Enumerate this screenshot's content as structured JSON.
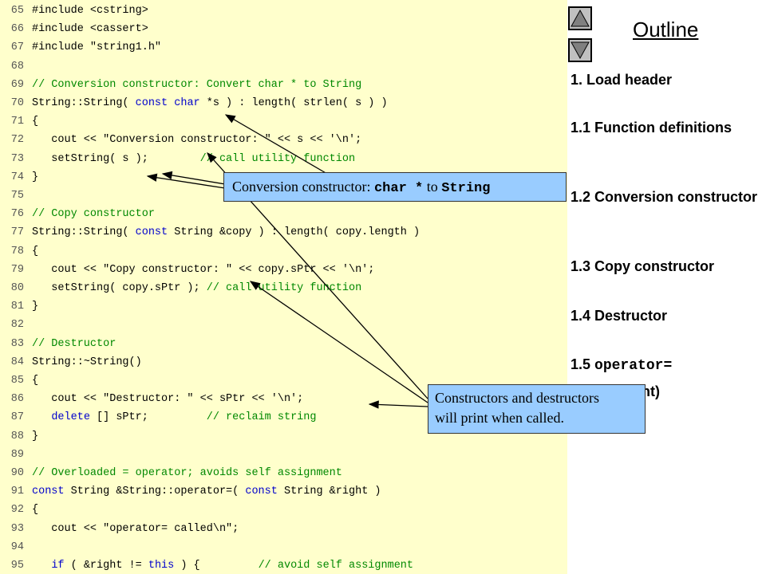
{
  "code_lines": [
    {
      "n": "65",
      "parts": [
        {
          "t": "#include <cstring>"
        }
      ]
    },
    {
      "n": "66",
      "parts": [
        {
          "t": "#include <cassert>"
        }
      ]
    },
    {
      "n": "67",
      "parts": [
        {
          "t": "#include \"string1.h\""
        }
      ]
    },
    {
      "n": "68",
      "parts": []
    },
    {
      "n": "69",
      "parts": [
        {
          "t": "// Conversion constructor: Convert char * to String",
          "c": "cm"
        }
      ]
    },
    {
      "n": "70",
      "parts": [
        {
          "t": "String::String( "
        },
        {
          "t": "const",
          "c": "kw"
        },
        {
          "t": " "
        },
        {
          "t": "char",
          "c": "kw"
        },
        {
          "t": " *s ) : length( strlen( s ) )"
        }
      ]
    },
    {
      "n": "71",
      "parts": [
        {
          "t": "{"
        }
      ]
    },
    {
      "n": "72",
      "parts": [
        {
          "t": "   cout << \"Conversion constructor: \" << s << '\\n';"
        }
      ]
    },
    {
      "n": "73",
      "parts": [
        {
          "t": "   setString( s );        "
        },
        {
          "t": "// call utility function",
          "c": "cm"
        }
      ]
    },
    {
      "n": "74",
      "parts": [
        {
          "t": "}"
        }
      ]
    },
    {
      "n": "75",
      "parts": []
    },
    {
      "n": "76",
      "parts": [
        {
          "t": "// Copy constructor",
          "c": "cm"
        }
      ]
    },
    {
      "n": "77",
      "parts": [
        {
          "t": "String::String( "
        },
        {
          "t": "const",
          "c": "kw"
        },
        {
          "t": " String &copy ) : length( copy.length )"
        }
      ]
    },
    {
      "n": "78",
      "parts": [
        {
          "t": "{"
        }
      ]
    },
    {
      "n": "79",
      "parts": [
        {
          "t": "   cout << \"Copy constructor: \" << copy.sPtr << '\\n';"
        }
      ]
    },
    {
      "n": "80",
      "parts": [
        {
          "t": "   setString( copy.sPtr ); "
        },
        {
          "t": "// call utility function",
          "c": "cm"
        }
      ]
    },
    {
      "n": "81",
      "parts": [
        {
          "t": "}"
        }
      ]
    },
    {
      "n": "82",
      "parts": []
    },
    {
      "n": "83",
      "parts": [
        {
          "t": "// Destructor",
          "c": "cm"
        }
      ]
    },
    {
      "n": "84",
      "parts": [
        {
          "t": "String::~String()"
        }
      ]
    },
    {
      "n": "85",
      "parts": [
        {
          "t": "{"
        }
      ]
    },
    {
      "n": "86",
      "parts": [
        {
          "t": "   cout << \"Destructor: \" << sPtr << '\\n';"
        }
      ]
    },
    {
      "n": "87",
      "parts": [
        {
          "t": "   "
        },
        {
          "t": "delete",
          "c": "kw"
        },
        {
          "t": " [] sPtr;         "
        },
        {
          "t": "// reclaim string",
          "c": "cm"
        }
      ]
    },
    {
      "n": "88",
      "parts": [
        {
          "t": "}"
        }
      ]
    },
    {
      "n": "89",
      "parts": []
    },
    {
      "n": "90",
      "parts": [
        {
          "t": "// Overloaded = operator; avoids self assignment",
          "c": "cm"
        }
      ]
    },
    {
      "n": "91",
      "parts": [
        {
          "t": "const",
          "c": "kw"
        },
        {
          "t": " String &String::operator=( "
        },
        {
          "t": "const",
          "c": "kw"
        },
        {
          "t": " String &right )"
        }
      ]
    },
    {
      "n": "92",
      "parts": [
        {
          "t": "{"
        }
      ]
    },
    {
      "n": "93",
      "parts": [
        {
          "t": "   cout << \"operator= called\\n\";"
        }
      ]
    },
    {
      "n": "94",
      "parts": []
    },
    {
      "n": "95",
      "parts": [
        {
          "t": "   "
        },
        {
          "t": "if",
          "c": "kw"
        },
        {
          "t": " ( &right != "
        },
        {
          "t": "this",
          "c": "kw"
        },
        {
          "t": " ) {         "
        },
        {
          "t": "// avoid self assignment",
          "c": "cm"
        }
      ]
    }
  ],
  "nav": {
    "up_icon": "triangle-up-icon",
    "down_icon": "triangle-down-icon"
  },
  "outline": {
    "title": "Outline",
    "items": [
      {
        "text": "1. Load header"
      },
      {
        "text": "1.1 Function definitions"
      },
      {
        "text": "1.2 Conversion constructor"
      },
      {
        "text": "1.3 Copy constructor"
      },
      {
        "text": "1.4 Destructor"
      },
      {
        "prefix": "1.5 ",
        "mono": "operator="
      },
      {
        "text": "(assignment)"
      }
    ]
  },
  "callouts": {
    "conversion": {
      "prefix": "Conversion constructor: ",
      "code1": "char *",
      "mid": " to ",
      "code2": "String"
    },
    "ctor_dtor": {
      "line1": "Constructors and destructors",
      "line2": "will print when called."
    }
  },
  "colors": {
    "code_bg": "#ffffcc",
    "callout_bg": "#99ccff",
    "comment": "#008800",
    "keyword": "#0000cc"
  }
}
